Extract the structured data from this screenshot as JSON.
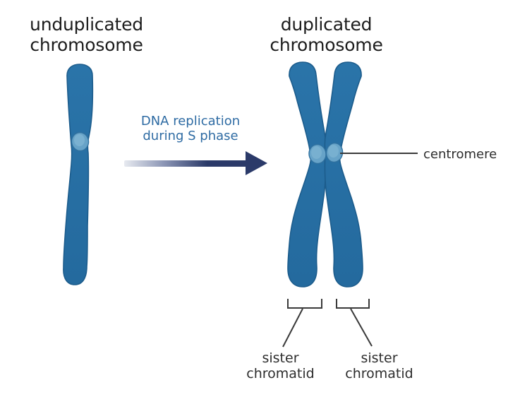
{
  "titles": {
    "left": {
      "line1": "unduplicated",
      "line2": "chromosome"
    },
    "right": {
      "line1": "duplicated",
      "line2": "chromosome"
    }
  },
  "arrow": {
    "line1": "DNA replication",
    "line2": "during S phase"
  },
  "callouts": {
    "centromere": "centromere",
    "sister_left": {
      "line1": "sister",
      "line2": "chromatid"
    },
    "sister_right": {
      "line1": "sister",
      "line2": "chromatid"
    }
  },
  "colors": {
    "background": "#ffffff",
    "title_text": "#1c1c1c",
    "label_text": "#2d2d2d",
    "line": "#3a3a3a",
    "arrow_text": "#2e6ba3",
    "arrow_dark": "#2b3a69",
    "arrow_mid": "#8d97b6",
    "arrow_light": "#e7eaf0",
    "chromosome_fill": "#2a74a9",
    "chromosome_fill_dark": "#246a9e",
    "chromosome_edge": "#1c5c8c",
    "centromere_fill": "#67a3c8",
    "centromere_edge": "#30719f",
    "centromere_highlight": "#8abdd8"
  }
}
